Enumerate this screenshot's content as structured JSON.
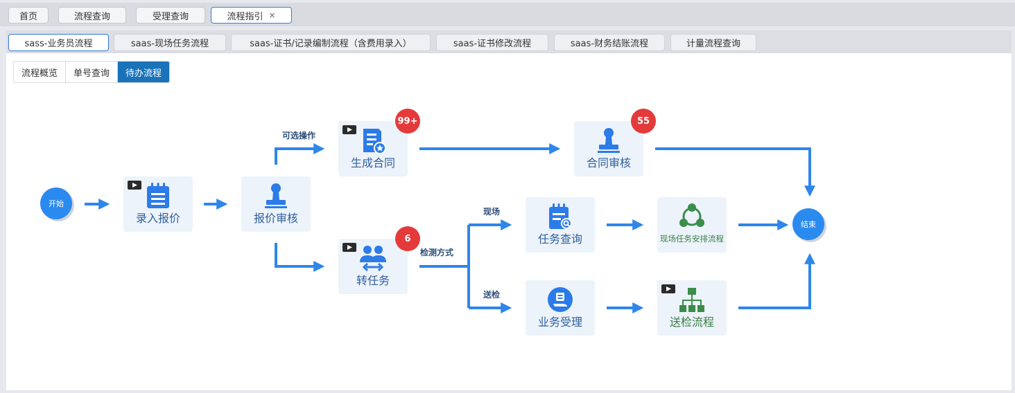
{
  "top_tabs": [
    {
      "label": "首页"
    },
    {
      "label": "流程查询"
    },
    {
      "label": "受理查询"
    },
    {
      "label": "流程指引",
      "close": "×"
    }
  ],
  "flow_tabs": [
    {
      "label": "sass-业务员流程"
    },
    {
      "label": "saas-现场任务流程"
    },
    {
      "label": "saas-证书/记录编制流程（含费用录入）"
    },
    {
      "label": "saas-证书修改流程"
    },
    {
      "label": "saas-财务结账流程"
    },
    {
      "label": "计量流程查询"
    }
  ],
  "segments": [
    {
      "label": "流程概览"
    },
    {
      "label": "单号查询"
    },
    {
      "label": "待办流程"
    }
  ],
  "diagram": {
    "start": "开始",
    "end": "结束",
    "nodes": {
      "quote_entry": "录入报价",
      "quote_review": "报价审核",
      "generate_contract": "生成合同",
      "contract_review": "合同审核",
      "transfer_task": "转任务",
      "task_query": "任务查询",
      "business_accept": "业务受理",
      "onsite_flow": "现场任务安排流程",
      "inspection_flow": "送检流程"
    },
    "badges": {
      "generate_contract": "99+",
      "contract_review": "55",
      "transfer_task": "6"
    },
    "edge_labels": {
      "optional": "可选操作",
      "method": "检测方式",
      "onsite": "现场",
      "send": "送检"
    }
  },
  "colors": {
    "accent": "#2b8af0",
    "arrow": "#2e86ea",
    "badge": "#e43a3a",
    "green": "#3a8d4a",
    "active_segment": "#1a73b9"
  }
}
